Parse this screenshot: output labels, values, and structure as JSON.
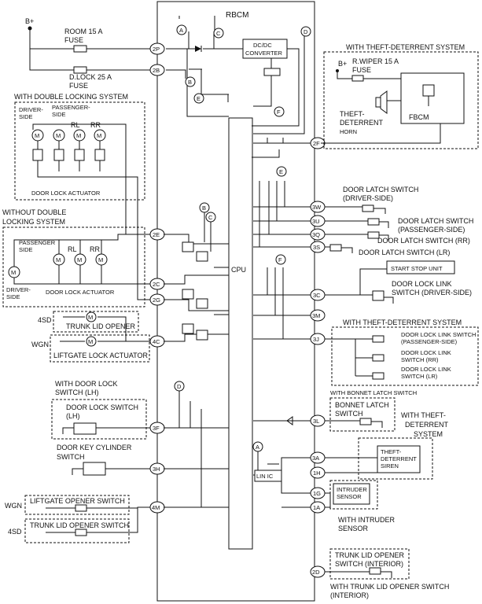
{
  "rbcm": {
    "title": "RBCM",
    "cpu": "CPU",
    "dcdc": [
      "DC/DC",
      "CONVERTER"
    ],
    "lin_ic": "LIN IC"
  },
  "power": {
    "b_plus": "B+",
    "room_fuse": [
      "ROOM 15 A",
      "FUSE"
    ],
    "dlock_fuse": [
      "D.LOCK 25 A",
      "FUSE"
    ]
  },
  "pins": {
    "p2P": "2P",
    "p2B": "2B",
    "p2F": "2F",
    "p2E": "2E",
    "p2C": "2C",
    "p2G": "2G",
    "p4C": "4C",
    "p3F": "3F",
    "p3H": "3H",
    "p4M": "4M",
    "p3W": "3W",
    "p3U": "3U",
    "p3Q": "3Q",
    "p3S": "3S",
    "p3C": "3C",
    "p3M": "3M",
    "p3J": "3J",
    "p3L": "3L",
    "p3A": "3A",
    "p1H": "1H",
    "p1G": "1G",
    "p1A": "1A",
    "p2D": "2D"
  },
  "markers": {
    "a": "A",
    "b": "B",
    "c": "C",
    "d": "D",
    "e": "E",
    "f": "F"
  },
  "theft_block": {
    "title": "WITH THEFT-DETERRENT SYSTEM",
    "b_plus": "B+",
    "fuse": [
      "R.WIPER 15 A",
      "FUSE"
    ],
    "horn": [
      "THEFT-",
      "DETERRENT",
      "HORN"
    ],
    "fbcm": "FBCM"
  },
  "double_locking": {
    "title": "WITH DOUBLE LOCKING SYSTEM",
    "driver_side": [
      "DRIVER-",
      "SIDE"
    ],
    "passenger_side": [
      "PASSENGER-",
      "SIDE"
    ],
    "rl": "RL",
    "rr": "RR",
    "actuator": "DOOR LOCK ACTUATOR"
  },
  "no_double_locking": {
    "title": [
      "WITHOUT DOUBLE",
      "LOCKING SYSTEM"
    ],
    "passenger_side": [
      "PASSENGER",
      "SIDE"
    ],
    "rl": "RL",
    "rr": "RR",
    "driver_side": [
      "DRIVER-",
      "SIDE"
    ],
    "actuator": "DOOR LOCK ACTUATOR"
  },
  "left_io": {
    "sd4": "4SD",
    "trunk_lid_opener": "TRUNK LID OPENER",
    "wgn": "WGN",
    "liftgate_actuator": "LIFTGATE LOCK ACTUATOR",
    "with_door_lock_switch": [
      "WITH DOOR LOCK",
      "SWITCH (LH)"
    ],
    "door_lock_switch": [
      "DOOR LOCK SWITCH",
      "(LH)"
    ],
    "key_cylinder": [
      "DOOR KEY CYLINDER",
      "SWITCH"
    ],
    "wgn2": "WGN",
    "liftgate_opener_switch": "LIFTGATE OPENER SWITCH",
    "sd4_2": "4SD",
    "trunk_lid_opener_switch": "TRUNK LID OPENER SWITCH"
  },
  "right_io": {
    "latch_driver": [
      "DOOR LATCH SWITCH",
      "(DRIVER-SIDE)"
    ],
    "latch_passenger": [
      "DOOR LATCH SWITCH",
      "(PASSENGER-SIDE)"
    ],
    "latch_rr": "DOOR LATCH SWITCH (RR)",
    "latch_lr": "DOOR LATCH SWITCH (LR)",
    "start_stop": "START STOP UNIT",
    "link_driver": [
      "DOOR LOCK LINK",
      "SWITCH (DRIVER-SIDE)"
    ],
    "theft_title": "WITH THEFT-DETERRENT SYSTEM",
    "link_passenger": [
      "DOOR LOCK LINK SWITCH",
      "(PASSENGER-SIDE)"
    ],
    "link_rr": [
      "DOOR LOCK LINK",
      "SWITCH (RR)"
    ],
    "link_lr": [
      "DOOR LOCK LINK",
      "SWITCH (LR)"
    ],
    "with_bonnet": "WITH BONNET LATCH SWITCH",
    "bonnet_switch": [
      "BONNET LATCH",
      "SWITCH"
    ],
    "theft_side": [
      "WITH THEFT-",
      "DETERRENT",
      "SYSTEM"
    ],
    "siren": [
      "THEFT-",
      "DETERRENT",
      "SIREN"
    ],
    "intruder_sensor": [
      "INTRUDER",
      "SENSOR"
    ],
    "with_intruder": [
      "WITH INTRUDER",
      "SENSOR"
    ],
    "trunk_interior": [
      "TRUNK LID OPENER",
      "SWITCH (INTERIOR)"
    ],
    "with_trunk_interior": [
      "WITH TRUNK LID OPENER SWITCH",
      "(INTERIOR)"
    ]
  }
}
